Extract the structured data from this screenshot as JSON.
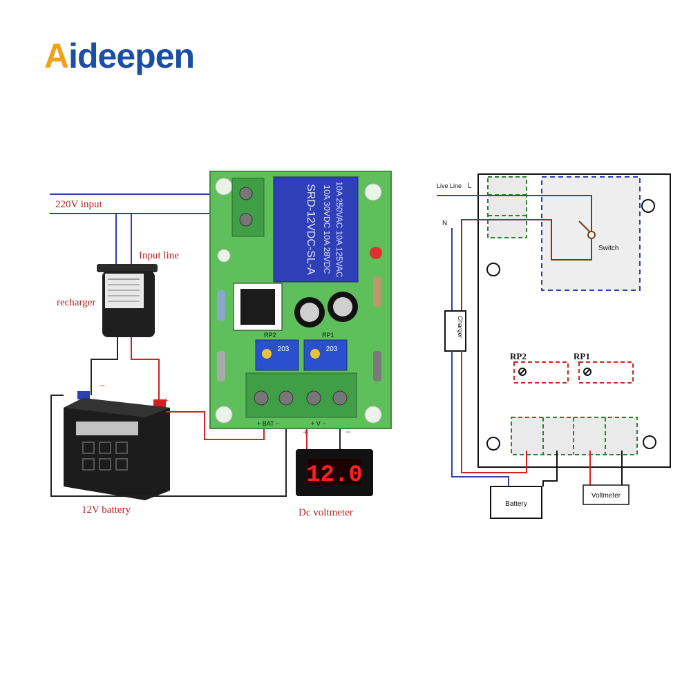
{
  "brand": {
    "logo_text": "Aideepen",
    "logo_first_letter": "A",
    "logo_rest": "ideepen",
    "accent": "#f1a11a",
    "primary": "#1a4fa3"
  },
  "left_diagram": {
    "input_220v": "220V input",
    "input_line": "Input line",
    "recharger": "recharger",
    "battery": "12V battery",
    "voltmeter": "Dc voltmeter",
    "voltmeter_reading": "12.0",
    "battery_minus": "−",
    "battery_plus": "+",
    "volt_plus": "+",
    "volt_minus": "−",
    "relay_text": [
      "10A 250VAC 10A 125VAC",
      "10A 30VDC 10A 28VDC",
      "SRD-12VDC-SL-A"
    ],
    "terminal_bat": "+ BAT −",
    "terminal_v": "+ V −",
    "rp1": "RP1",
    "rp2": "RP2",
    "pot_code": "203"
  },
  "right_diagram": {
    "live_line": "Live Line",
    "live_letter": "L",
    "neutral_letter": "N",
    "switch": "Switch",
    "charger": "Charger",
    "rp1": "RP1",
    "rp2": "RP2",
    "battery": "Battery",
    "voltmeter": "Voltmeter"
  },
  "colors": {
    "pcb": "#5fbf5a",
    "wire_red": "#d42020",
    "wire_blue": "#2a3fb0",
    "wire_brown": "#7a3b12",
    "dash_green": "#2e7d32",
    "dash_blue": "#2a3fb0",
    "dash_red": "#d42020"
  }
}
